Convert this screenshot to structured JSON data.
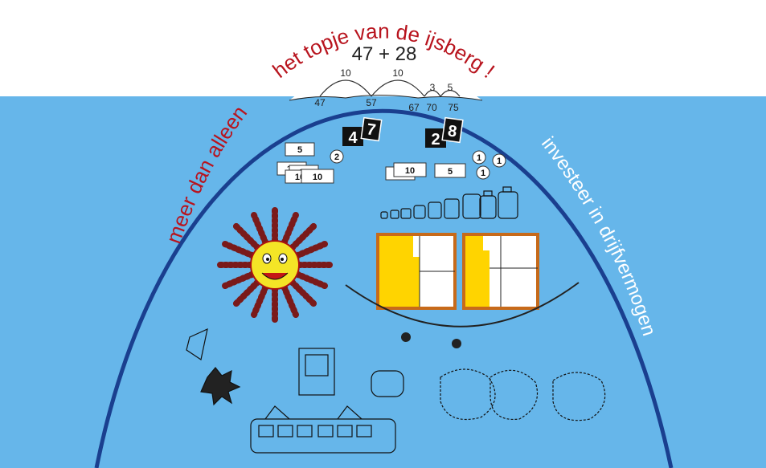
{
  "top_curve_text": "het topje van de ijsberg !",
  "left_curve_text": "meer dan alleen",
  "right_curve_text": "investeer in drijfvermogen",
  "sum": "47 + 28",
  "number_line": {
    "jumps": [
      "10",
      "10",
      "3",
      "5"
    ],
    "marks": [
      "47",
      "57",
      "67",
      "70",
      "75"
    ]
  },
  "digit_cards_left": {
    "tens": "4",
    "ones": "7"
  },
  "digit_cards_right": {
    "tens": "2",
    "ones": "8"
  },
  "money_left": [
    "5",
    "10",
    "10",
    "10",
    "10",
    "2"
  ],
  "money_right": [
    "10",
    "10",
    "5",
    "1",
    "1",
    "1"
  ],
  "colors": {
    "water": "#66b6ea",
    "arc": "#1a3f8f",
    "red_text": "#b8141e",
    "white_text": "#ffffff",
    "grid_fill": "#ffd400",
    "grid_border": "#c76a1a"
  }
}
